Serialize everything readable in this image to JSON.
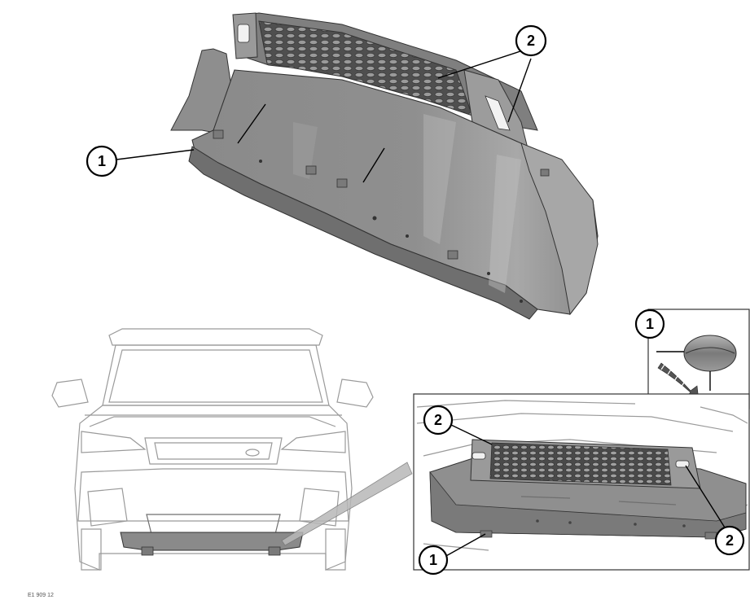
{
  "callouts": {
    "top_1": "1",
    "top_2": "2",
    "inset_fastener_1": "1",
    "detail_2": "2",
    "detail_1": "1",
    "detail_2b": "2"
  },
  "reference_code": "E1 909 12",
  "colors": {
    "panel_fill": "#8c8c8c",
    "panel_dark": "#6e6e6e",
    "panel_light": "#a9a9a9",
    "grille_fill": "#5a5a5a",
    "line_art": "#9a9a9a",
    "callout_stroke": "#000000"
  }
}
